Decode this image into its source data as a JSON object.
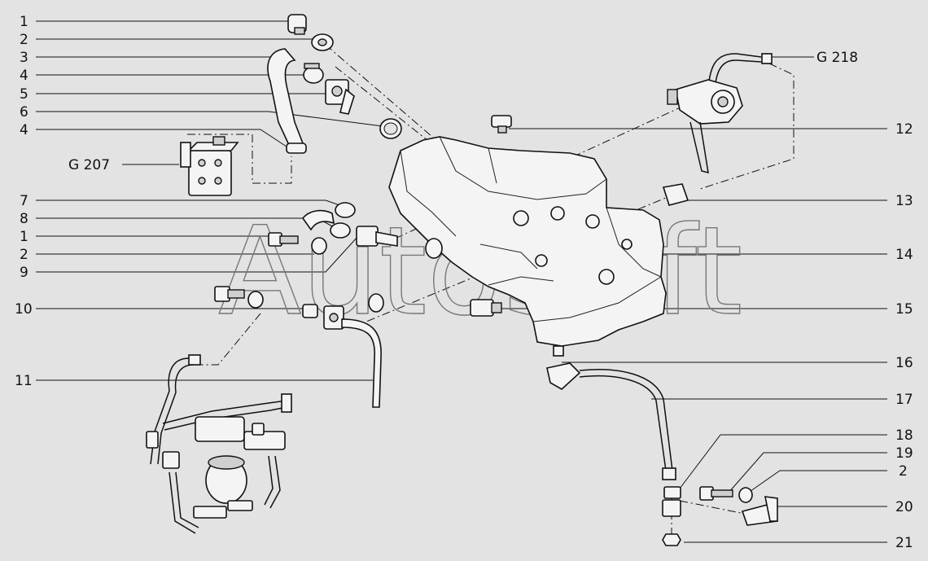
{
  "watermark": "AutoSoft",
  "callouts_left": [
    "1",
    "2",
    "3",
    "4",
    "5",
    "6",
    "4",
    "7",
    "8",
    "1",
    "2",
    "9",
    "10",
    "11"
  ],
  "callouts_right": [
    "12",
    "13",
    "14",
    "15",
    "16",
    "17",
    "18",
    "19",
    "2",
    "20",
    "21"
  ],
  "group_labels": {
    "g207": "G 207",
    "g218": "G 218"
  }
}
